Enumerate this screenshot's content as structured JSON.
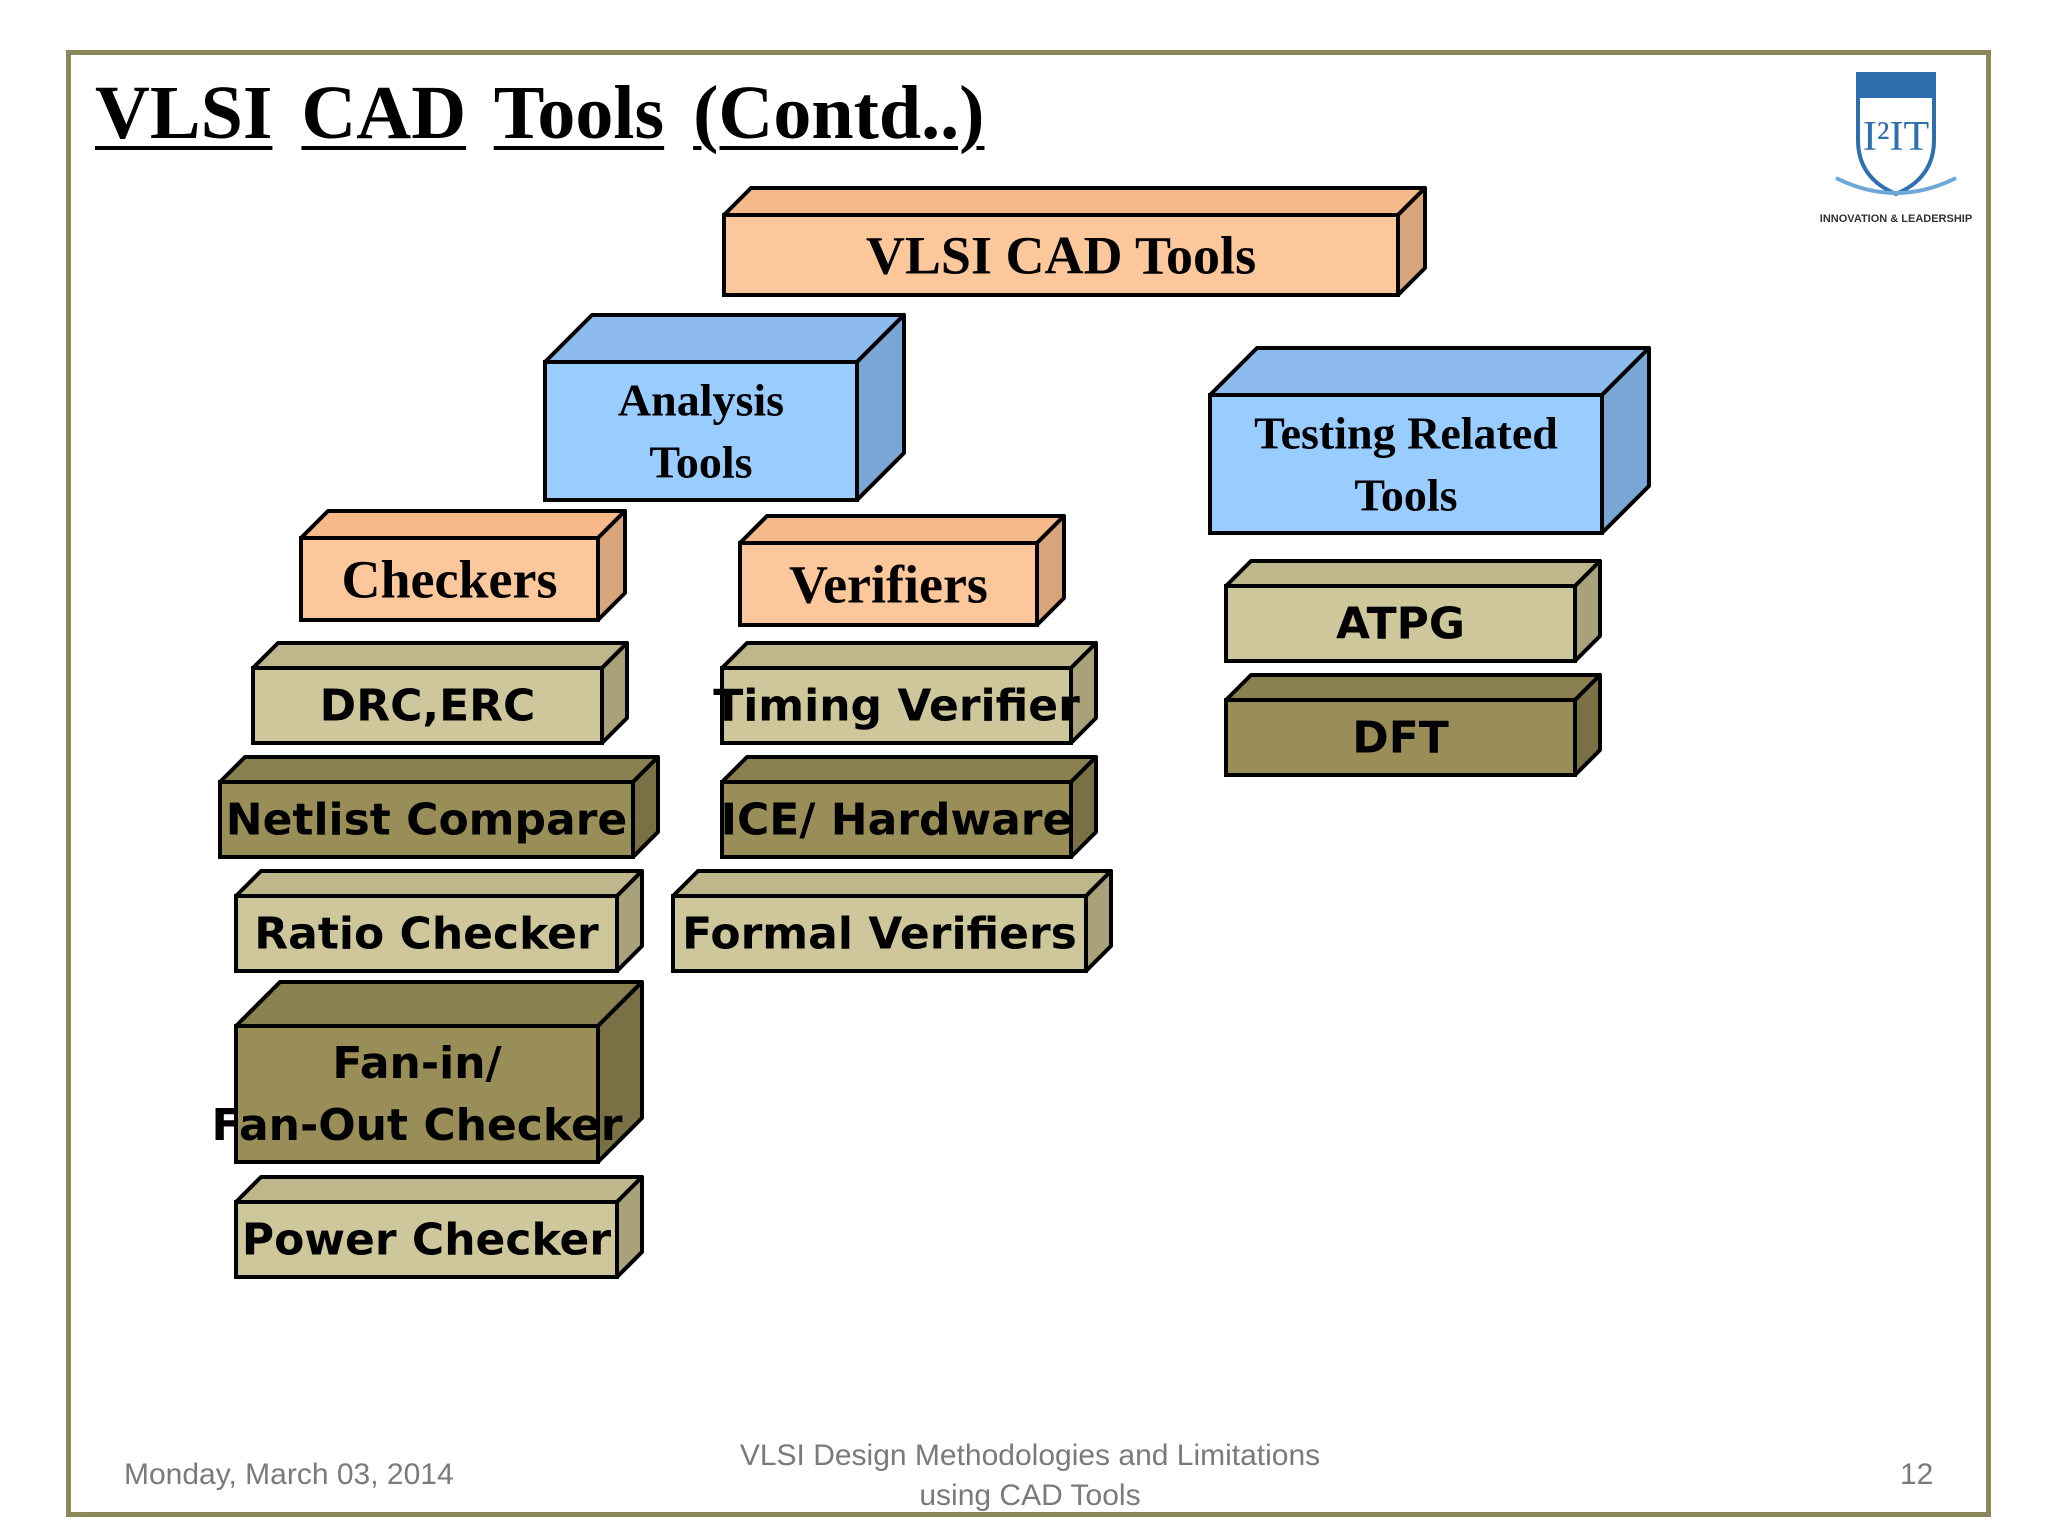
{
  "slide": {
    "title_words": [
      "VLSI",
      "CAD",
      "Tools",
      "(Contd..)"
    ],
    "footer": {
      "date": "Monday, March 03, 2014",
      "center_line1": "VLSI Design Methodologies and Limitations",
      "center_line2": "using CAD Tools",
      "page": "12"
    },
    "logo": {
      "mark": "I²IT",
      "tagline": "INNOVATION & LEADERSHIP"
    }
  },
  "colors": {
    "frame": "#8a875a",
    "orange_face": "#fcc79b",
    "orange_side": "#d8a47a",
    "orange_top": "#f5b98a",
    "blue_face": "#99ccff",
    "blue_side": "#7aa6d6",
    "blue_top": "#8ebbee",
    "tan_face": "#cfc79c",
    "tan_side": "#a9a17a",
    "tan_top": "#bfb78c",
    "olive_face": "#998d58",
    "olive_side": "#7a7045",
    "olive_top": "#8a7f4e"
  },
  "diagram": {
    "root": {
      "label": "VLSI CAD Tools"
    },
    "categories": [
      {
        "id": "analysis",
        "label": "Analysis Tools"
      },
      {
        "id": "testing",
        "label": "Testing Related Tools"
      }
    ],
    "subcategories": [
      {
        "id": "checkers",
        "parent": "analysis",
        "label": "Checkers"
      },
      {
        "id": "verifiers",
        "parent": "analysis",
        "label": "Verifiers"
      }
    ],
    "tools": [
      {
        "group": "checkers",
        "label": "DRC,ERC",
        "style": "tan"
      },
      {
        "group": "checkers",
        "label": "Netlist Compare",
        "style": "olive"
      },
      {
        "group": "checkers",
        "label": "Ratio Checker",
        "style": "tan"
      },
      {
        "group": "checkers",
        "label": "Fan-in/ Fan-Out Checker",
        "style": "olive"
      },
      {
        "group": "checkers",
        "label": "Power Checker",
        "style": "tan"
      },
      {
        "group": "verifiers",
        "label": "Timing Verifier",
        "style": "tan"
      },
      {
        "group": "verifiers",
        "label": "ICE/ Hardware",
        "style": "olive"
      },
      {
        "group": "verifiers",
        "label": "Formal Verifiers",
        "style": "tan"
      },
      {
        "group": "testing",
        "label": "ATPG",
        "style": "tan"
      },
      {
        "group": "testing",
        "label": "DFT",
        "style": "olive"
      }
    ]
  }
}
